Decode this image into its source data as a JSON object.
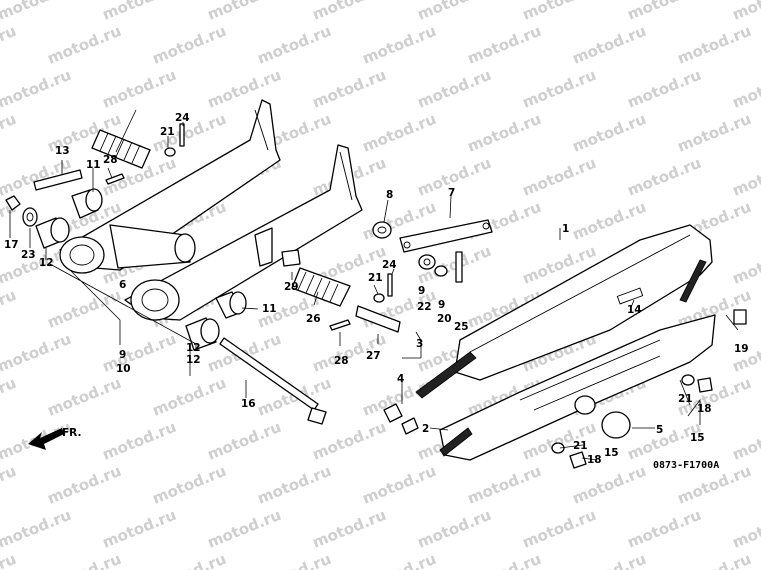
{
  "watermark": "motod.ru",
  "diagram_code": "0873-F1700A",
  "direction_label": "FR.",
  "callouts": [
    "1",
    "2",
    "3",
    "4",
    "5",
    "6",
    "7",
    "8",
    "9",
    "10",
    "11",
    "11",
    "12",
    "12",
    "13",
    "14",
    "15",
    "15",
    "16",
    "17",
    "18",
    "18",
    "19",
    "20",
    "21",
    "21",
    "21",
    "21",
    "22",
    "23",
    "24",
    "24",
    "25",
    "26",
    "27",
    "28",
    "28",
    "29",
    "9",
    "9",
    "12"
  ]
}
